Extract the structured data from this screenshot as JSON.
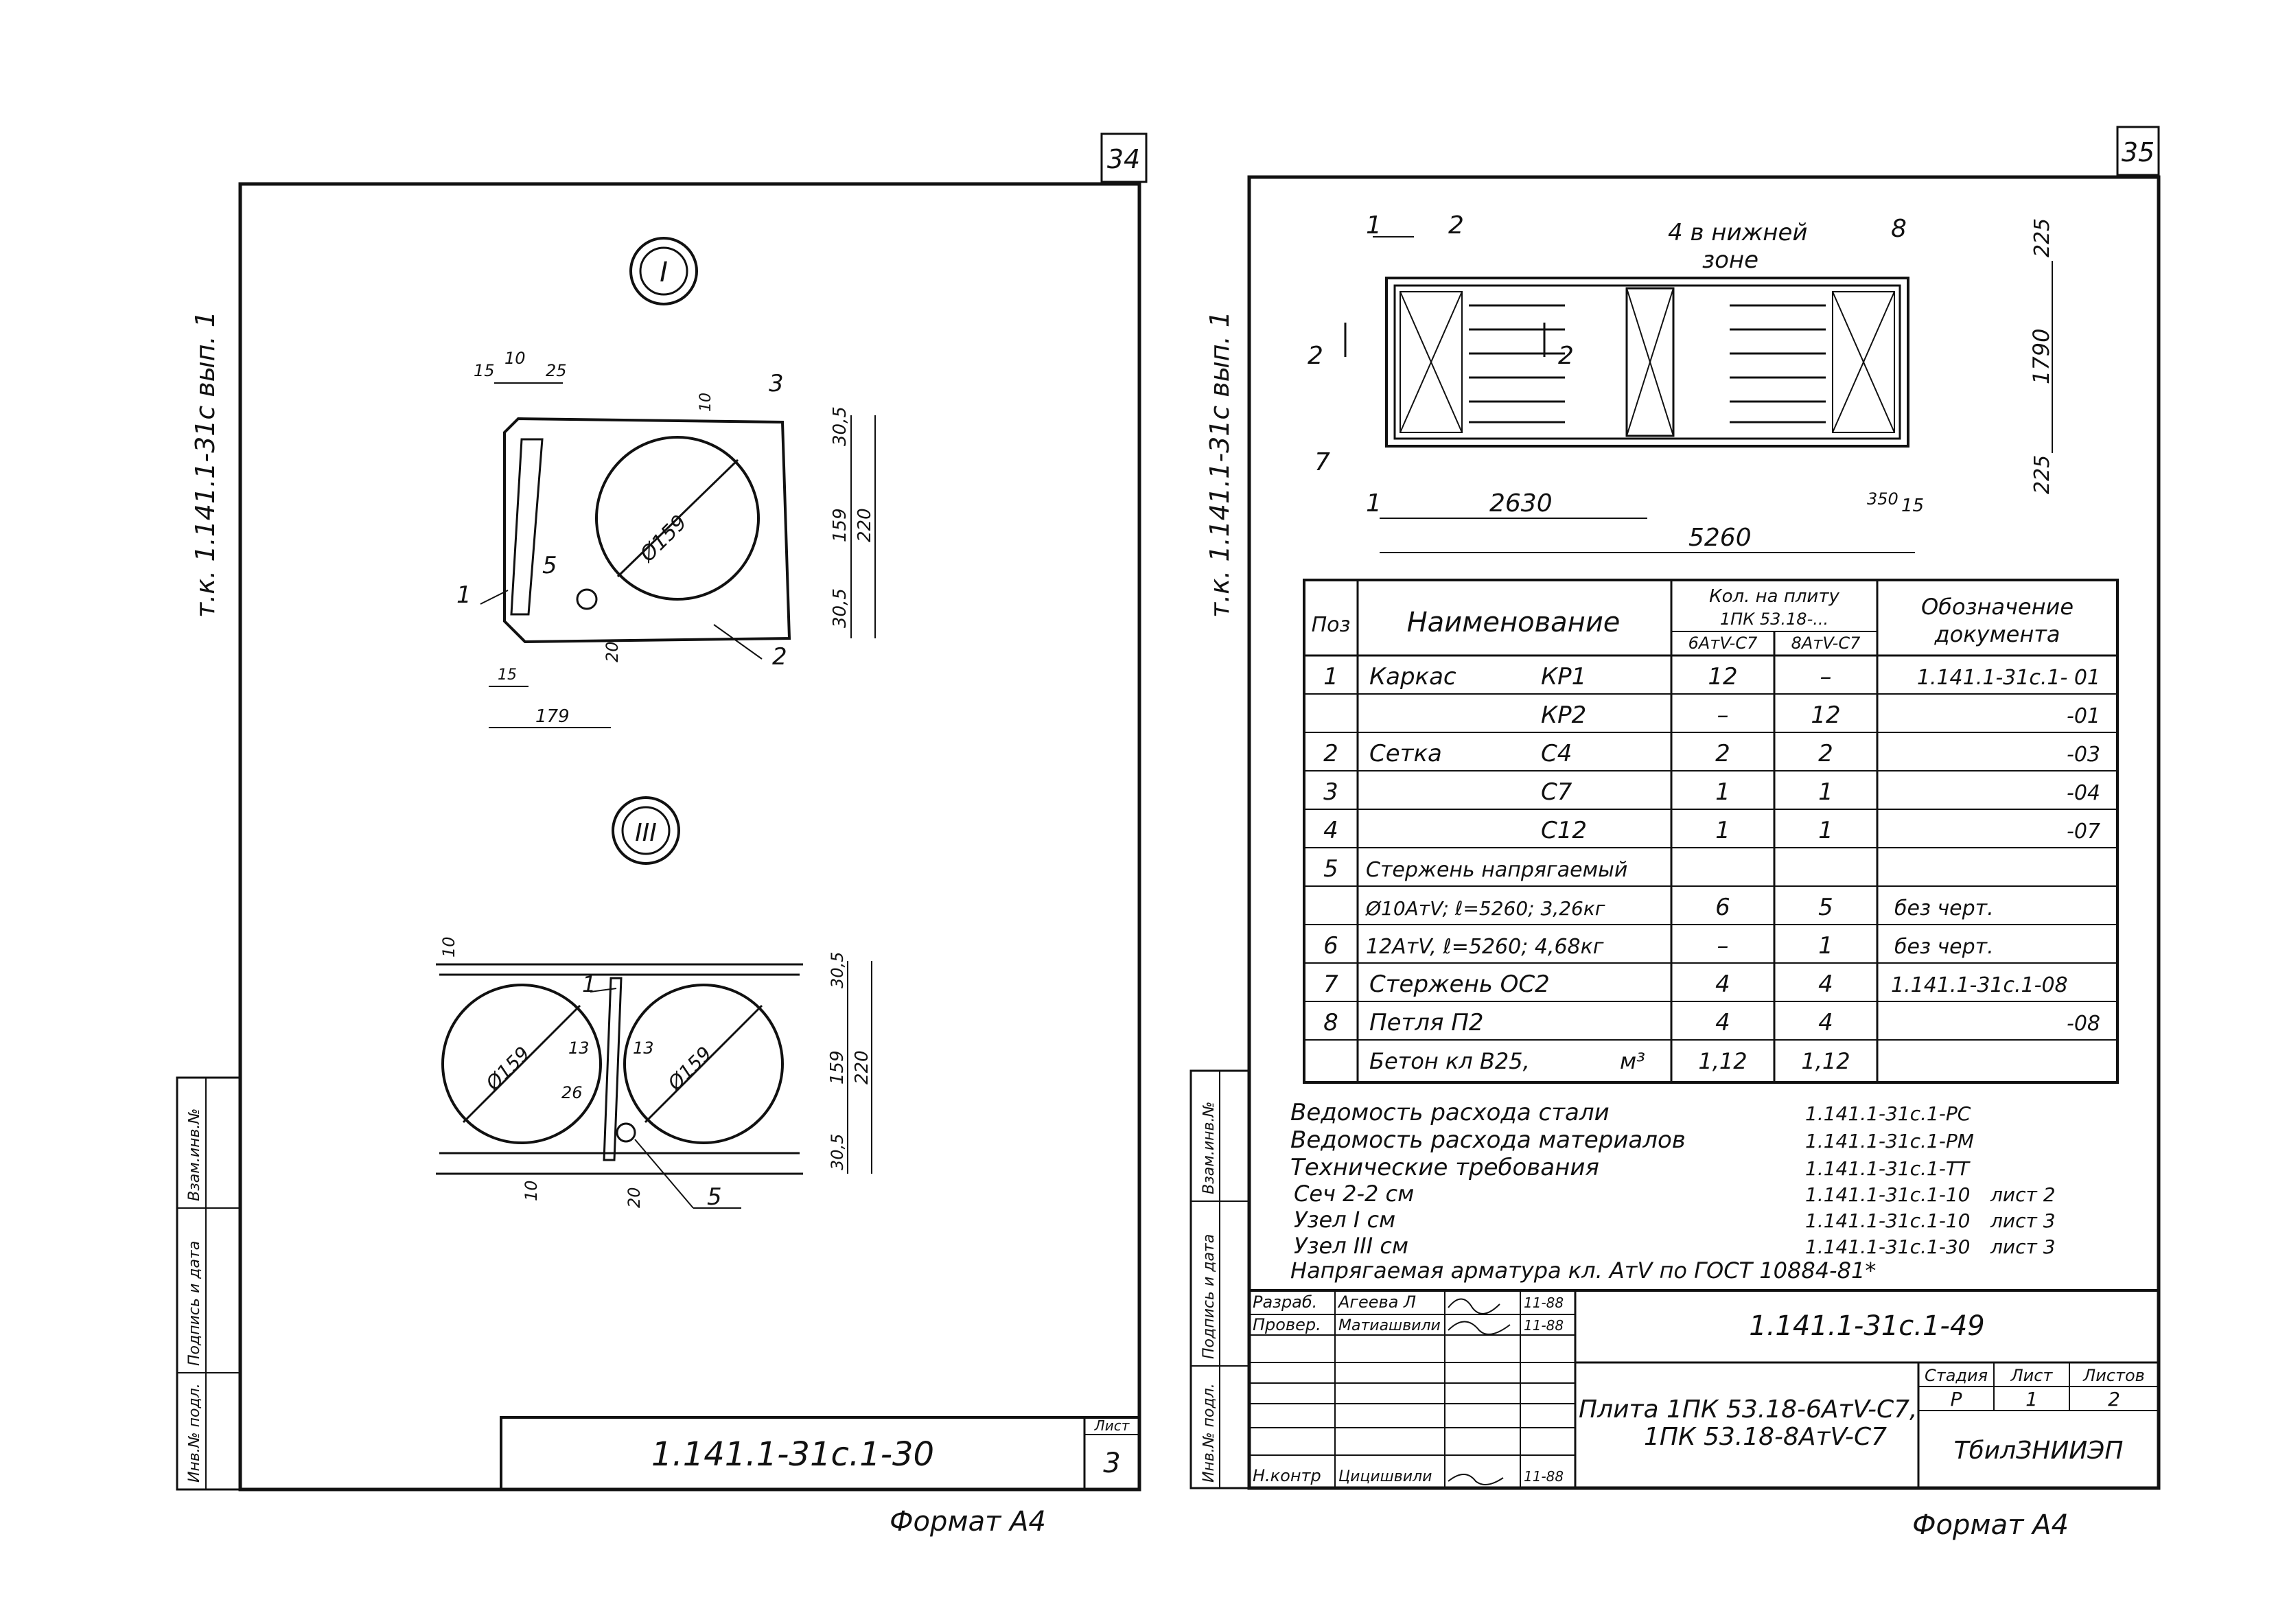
{
  "left_sheet": {
    "page_number": "34",
    "side_label": "т.к. 1.141.1-31с вып. 1",
    "node_I": {
      "title": "I",
      "dims": [
        "15",
        "10",
        "25",
        "10",
        "30,5",
        "159",
        "220",
        "30,5",
        "20",
        "15",
        "179"
      ],
      "diameter": "Ø159",
      "callouts": [
        "1",
        "2",
        "3",
        "5"
      ]
    },
    "node_III": {
      "title": "III",
      "dims": [
        "10",
        "30,5",
        "159",
        "220",
        "30,5",
        "10",
        "20",
        "13",
        "13",
        "26"
      ],
      "diameters": [
        "Ø159",
        "Ø159"
      ],
      "callouts": [
        "1",
        "5"
      ]
    },
    "margin_labels": [
      "Взам.инв.№",
      "Подпись и дата",
      "Инв.№ подл."
    ],
    "stamp": {
      "code": "1.141.1-31с.1-30",
      "sheet_label": "Лист",
      "sheet": "3"
    },
    "format": "Формат А4"
  },
  "right_sheet": {
    "page_number": "35",
    "side_label": "т.к. 1.141.1-31с вып. 1",
    "plan": {
      "labels": [
        "1",
        "2",
        "4 в нижней",
        "зоне",
        "8",
        "2",
        "2",
        "7",
        "1"
      ],
      "dims": [
        "225",
        "1790",
        "225",
        "2630",
        "5260",
        "350",
        "15"
      ]
    },
    "spec_table": {
      "headers": {
        "pos": "Поз",
        "name": "Наименование",
        "qty_group": "Кол. на плиту",
        "qty_sub": "1ПК 53.18-...",
        "col_a": "6АтV-С7",
        "col_b": "8АтV-С7",
        "doc_1": "Обозначение",
        "doc_2": "документа"
      },
      "rows": [
        {
          "pos": "1",
          "name": "Каркас",
          "mark": "КР1",
          "a": "12",
          "b": "–",
          "doc": "1.141.1-31с.1- 01"
        },
        {
          "pos": "",
          "name": "",
          "mark": "КР2",
          "a": "–",
          "b": "12",
          "doc": "-01"
        },
        {
          "pos": "2",
          "name": "Сетка",
          "mark": "С4",
          "a": "2",
          "b": "2",
          "doc": "-03"
        },
        {
          "pos": "3",
          "name": "",
          "mark": "С7",
          "a": "1",
          "b": "1",
          "doc": "-04"
        },
        {
          "pos": "4",
          "name": "",
          "mark": "С12",
          "a": "1",
          "b": "1",
          "doc": "-07"
        },
        {
          "pos": "5",
          "name": "Стержень напрягаемый",
          "mark": "",
          "a": "",
          "b": "",
          "doc": ""
        },
        {
          "pos": "",
          "name": "Ø10АтV; ℓ=5260; 3,26кг",
          "mark": "",
          "a": "6",
          "b": "5",
          "doc": "без черт."
        },
        {
          "pos": "6",
          "name": "12АтV, ℓ=5260; 4,68кг",
          "mark": "",
          "a": "–",
          "b": "1",
          "doc": "без черт."
        },
        {
          "pos": "7",
          "name": "Стержень ОС2",
          "mark": "",
          "a": "4",
          "b": "4",
          "doc": "1.141.1-31с.1-08"
        },
        {
          "pos": "8",
          "name": "Петля П2",
          "mark": "",
          "a": "4",
          "b": "4",
          "doc": "-08"
        },
        {
          "pos": "",
          "name": "Бетон кл В25,",
          "mark": "м³",
          "a": "1,12",
          "b": "1,12",
          "doc": ""
        }
      ]
    },
    "references": [
      {
        "text": "Ведомость расхода стали",
        "code": "1.141.1-31с.1-РС",
        "sheet": ""
      },
      {
        "text": "Ведомость расхода материалов",
        "code": "1.141.1-31с.1-РМ",
        "sheet": ""
      },
      {
        "text": "Технические требования",
        "code": "1.141.1-31с.1-ТТ",
        "sheet": ""
      },
      {
        "text": "Сеч 2-2 см",
        "code": "1.141.1-31с.1-10",
        "sheet": "лист 2"
      },
      {
        "text": "Узел I см",
        "code": "1.141.1-31с.1-10",
        "sheet": "лист 3"
      },
      {
        "text": "Узел III см",
        "code": "1.141.1-31с.1-30",
        "sheet": "лист 3"
      }
    ],
    "note": "Напрягаемая арматура кл. АтV по ГОСТ 10884-81*",
    "margin_labels": [
      "Взам.инв.№",
      "Подпись и дата",
      "Инв.№ подл."
    ],
    "stamp": {
      "code": "1.141.1-31с.1-49",
      "roles": [
        {
          "role": "Разраб.",
          "name": "Агеева Л",
          "date": "11-88"
        },
        {
          "role": "Провер.",
          "name": "Матиашвили",
          "date": "11-88"
        },
        {
          "role": "Н.контр",
          "name": "Цицишвили",
          "date": "11-88"
        }
      ],
      "title_1": "Плита 1ПК 53.18-6АтV-С7,",
      "title_2": "1ПК 53.18-8АтV-С7",
      "stage_label": "Стадия",
      "sheet_label": "Лист",
      "sheets_label": "Листов",
      "stage": "Р",
      "sheet": "1",
      "sheets": "2",
      "org": "ТбилЗНИИЭП"
    },
    "format": "Формат А4"
  }
}
